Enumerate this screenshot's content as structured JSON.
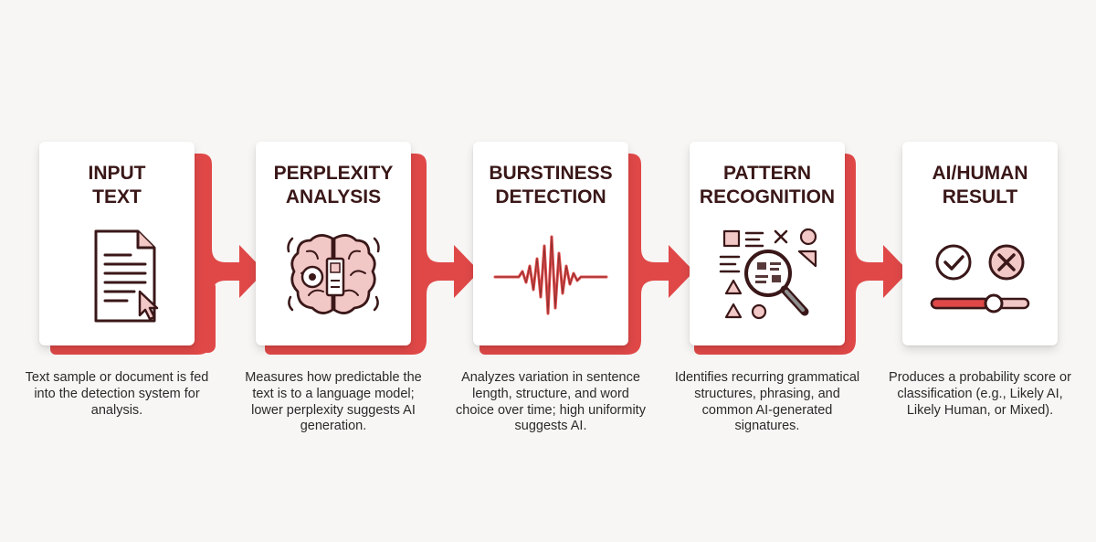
{
  "colors": {
    "accent": "#e04848",
    "ink": "#3a1718",
    "icon_fill": "#f2c8c6"
  },
  "steps": [
    {
      "title": "INPUT\nTEXT",
      "icon": "document-cursor-icon",
      "description": "Text sample or document is fed into the detection system for analysis."
    },
    {
      "title": "PERPLEXITY\nANALYSIS",
      "icon": "brain-gear-icon",
      "description": "Measures how predictable the text is to a language model; lower perplexity suggests AI generation."
    },
    {
      "title": "BURSTINESS\nDETECTION",
      "icon": "waveform-icon",
      "description": "Analyzes variation in sentence length, structure, and word choice over time; high uniformity suggests AI."
    },
    {
      "title": "PATTERN\nRECOGNITION",
      "icon": "magnifier-shapes-icon",
      "description": "Identifies recurring grammatical structures, phrasing, and common AI-generated signatures."
    },
    {
      "title": "AI/HUMAN\nRESULT",
      "icon": "check-cross-slider-icon",
      "description": "Produces a probability score or classification (e.g., Likely AI, Likely Human, or Mixed)."
    }
  ]
}
